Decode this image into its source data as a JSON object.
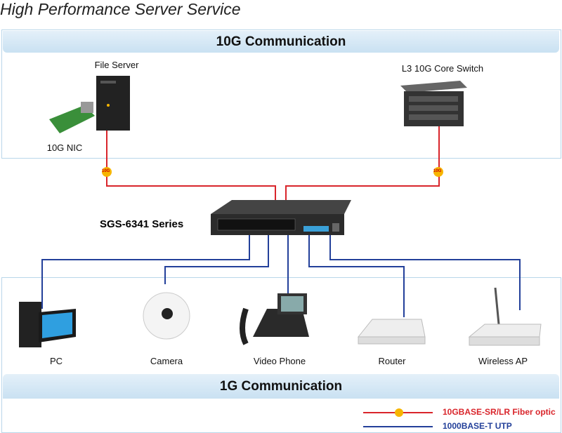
{
  "title": "High Performance Server Service",
  "top_band": "10G Communication",
  "bottom_band": "1G Communication",
  "switch_label": "SGS-6341 Series",
  "top_devices": {
    "file_server": "File Server",
    "nic": "10G NIC",
    "core_switch": "L3 10G Core Switch"
  },
  "badge": "10G",
  "bottom_devices": [
    "PC",
    "Camera",
    "Video Phone",
    "Router",
    "Wireless AP"
  ],
  "legend": {
    "fiber": "10GBASE-SR/LR Fiber optic",
    "utp": "1000BASE-T UTP"
  },
  "colors": {
    "fiber": "#d9252b",
    "utp": "#23409a",
    "badge": "#f7b500",
    "band": "#c9e1f2"
  }
}
